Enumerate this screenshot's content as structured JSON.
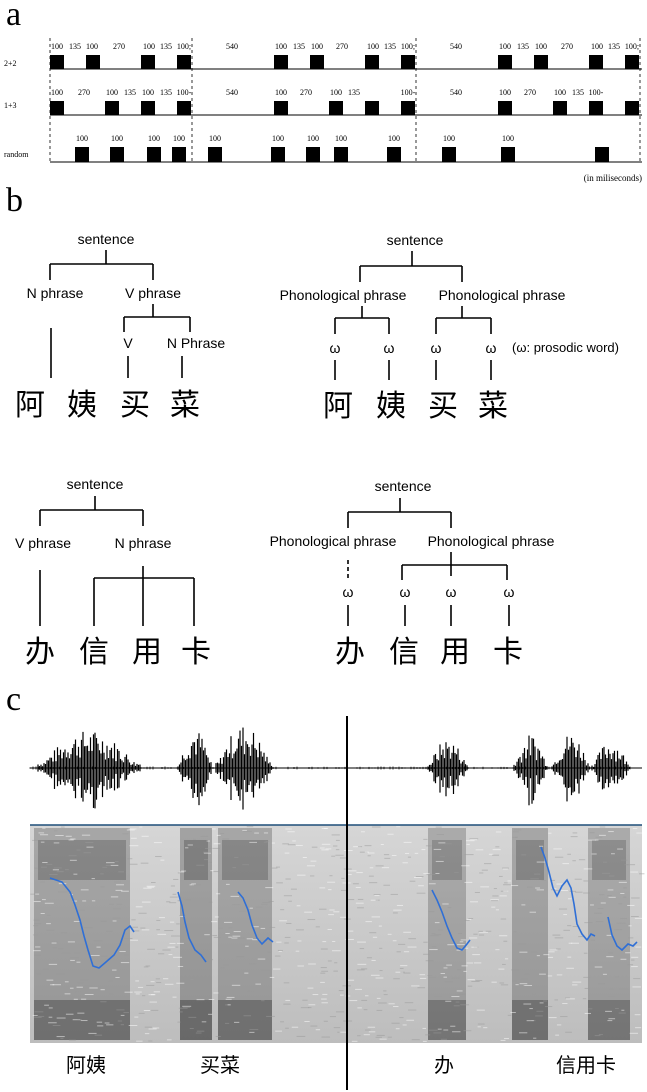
{
  "panel_a": {
    "letter": "a",
    "unit_note": "(in miliseconds)",
    "rows": [
      {
        "label": "2+2",
        "labels": [
          "100",
          "135",
          "100",
          "270",
          "100",
          "135",
          "100;",
          "540",
          "100",
          "135",
          "100",
          "270",
          "100",
          "135",
          "100;",
          "540",
          "100",
          "135",
          "100",
          "270",
          "100",
          "135",
          "100;"
        ]
      },
      {
        "label": "1+3",
        "labels": [
          "100",
          "270",
          "100",
          "135",
          "100",
          "135",
          "100-",
          "540",
          "100",
          "270",
          "100",
          "135",
          "100-",
          "540",
          "100",
          "270",
          "100",
          "135",
          "100-"
        ]
      },
      {
        "label": "random",
        "labels": [
          "100",
          "100",
          "100",
          "100",
          "100",
          "100",
          "100",
          "100",
          "100",
          "100",
          "100"
        ]
      }
    ]
  },
  "panel_b": {
    "letter": "b",
    "tree1": {
      "root": "sentence",
      "np": "N phrase",
      "vp": "V phrase",
      "v": "V",
      "np2": "N Phrase",
      "chars": [
        "阿",
        "姨",
        "买",
        "菜"
      ]
    },
    "tree2": {
      "root": "sentence",
      "pp1": "Phonological phrase",
      "pp2": "Phonological phrase",
      "omega": "ω",
      "note": "(ω: prosodic word)",
      "chars": [
        "阿",
        "姨",
        "买",
        "菜"
      ]
    },
    "tree3": {
      "root": "sentence",
      "vp": "V phrase",
      "np": "N phrase",
      "chars": [
        "办",
        "信",
        "用",
        "卡"
      ]
    },
    "tree4": {
      "root": "sentence",
      "pp1": "Phonological phrase",
      "pp2": "Phonological phrase",
      "omega": "ω",
      "chars": [
        "办",
        "信",
        "用",
        "卡"
      ]
    }
  },
  "panel_c": {
    "letter": "c",
    "labels": [
      "阿姨",
      "买菜",
      "办",
      "信用卡"
    ],
    "colors": {
      "pitch": "#2f6fd6",
      "spectrogram_bg": "#c9c9c9",
      "axis_line": "#1f4e79"
    }
  }
}
